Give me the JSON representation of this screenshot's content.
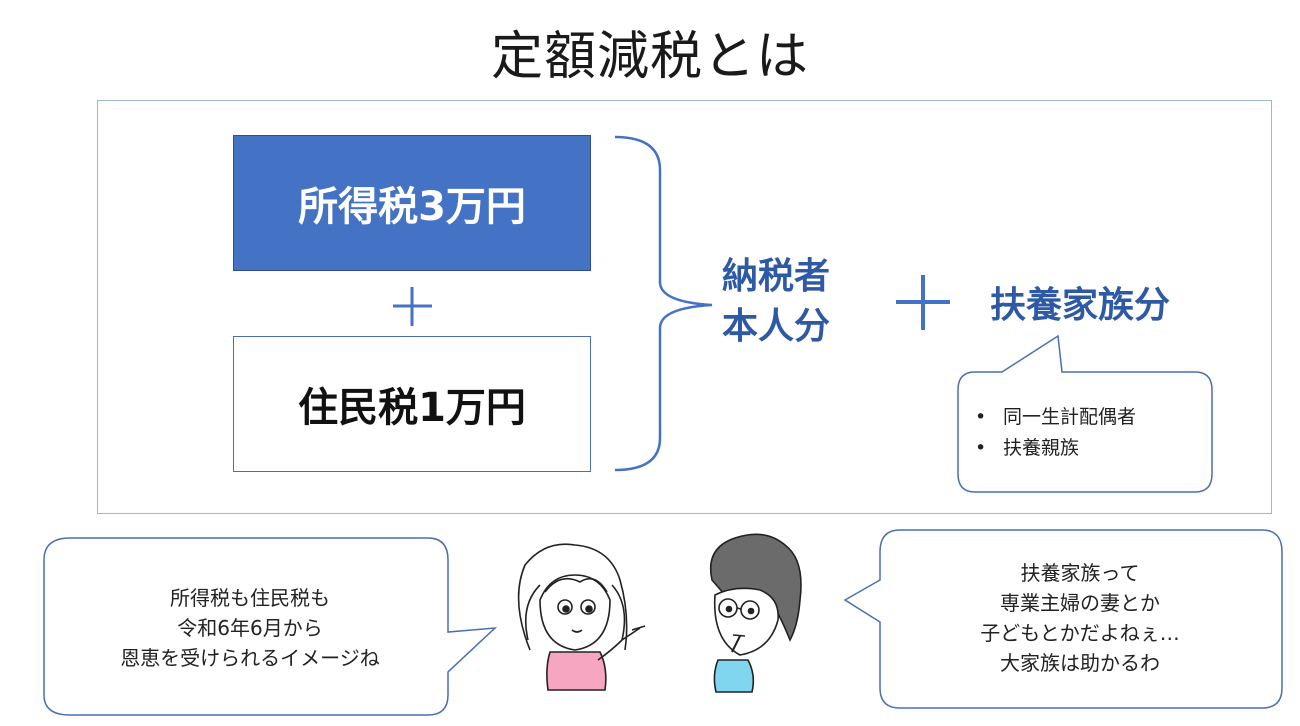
{
  "title": "定額減税とは",
  "boxes": {
    "income_tax": "所得税3万円",
    "resident_tax": "住民税1万円"
  },
  "taxpayer_label": {
    "line1": "納税者",
    "line2": "本人分"
  },
  "dependents_label": "扶養家族分",
  "dependents_notes": [
    "同一生計配偶者",
    "扶養親族"
  ],
  "speech_left": {
    "line1": "所得税も住民税も",
    "line2": "令和6年6月から",
    "line3": "恩恵を受けられるイメージね"
  },
  "speech_right": {
    "line1": "扶養家族って",
    "line2": "専業主婦の妻とか",
    "line3": "子どもとかだよねぇ…",
    "line4": "大家族は助かるわ"
  },
  "colors": {
    "accent": "#4472c4",
    "label_blue": "#2e5aa5",
    "frame": "#9db8de"
  },
  "icons": [
    "plus-icon",
    "brace-icon",
    "woman-pointing-illustration",
    "man-thinking-illustration"
  ]
}
